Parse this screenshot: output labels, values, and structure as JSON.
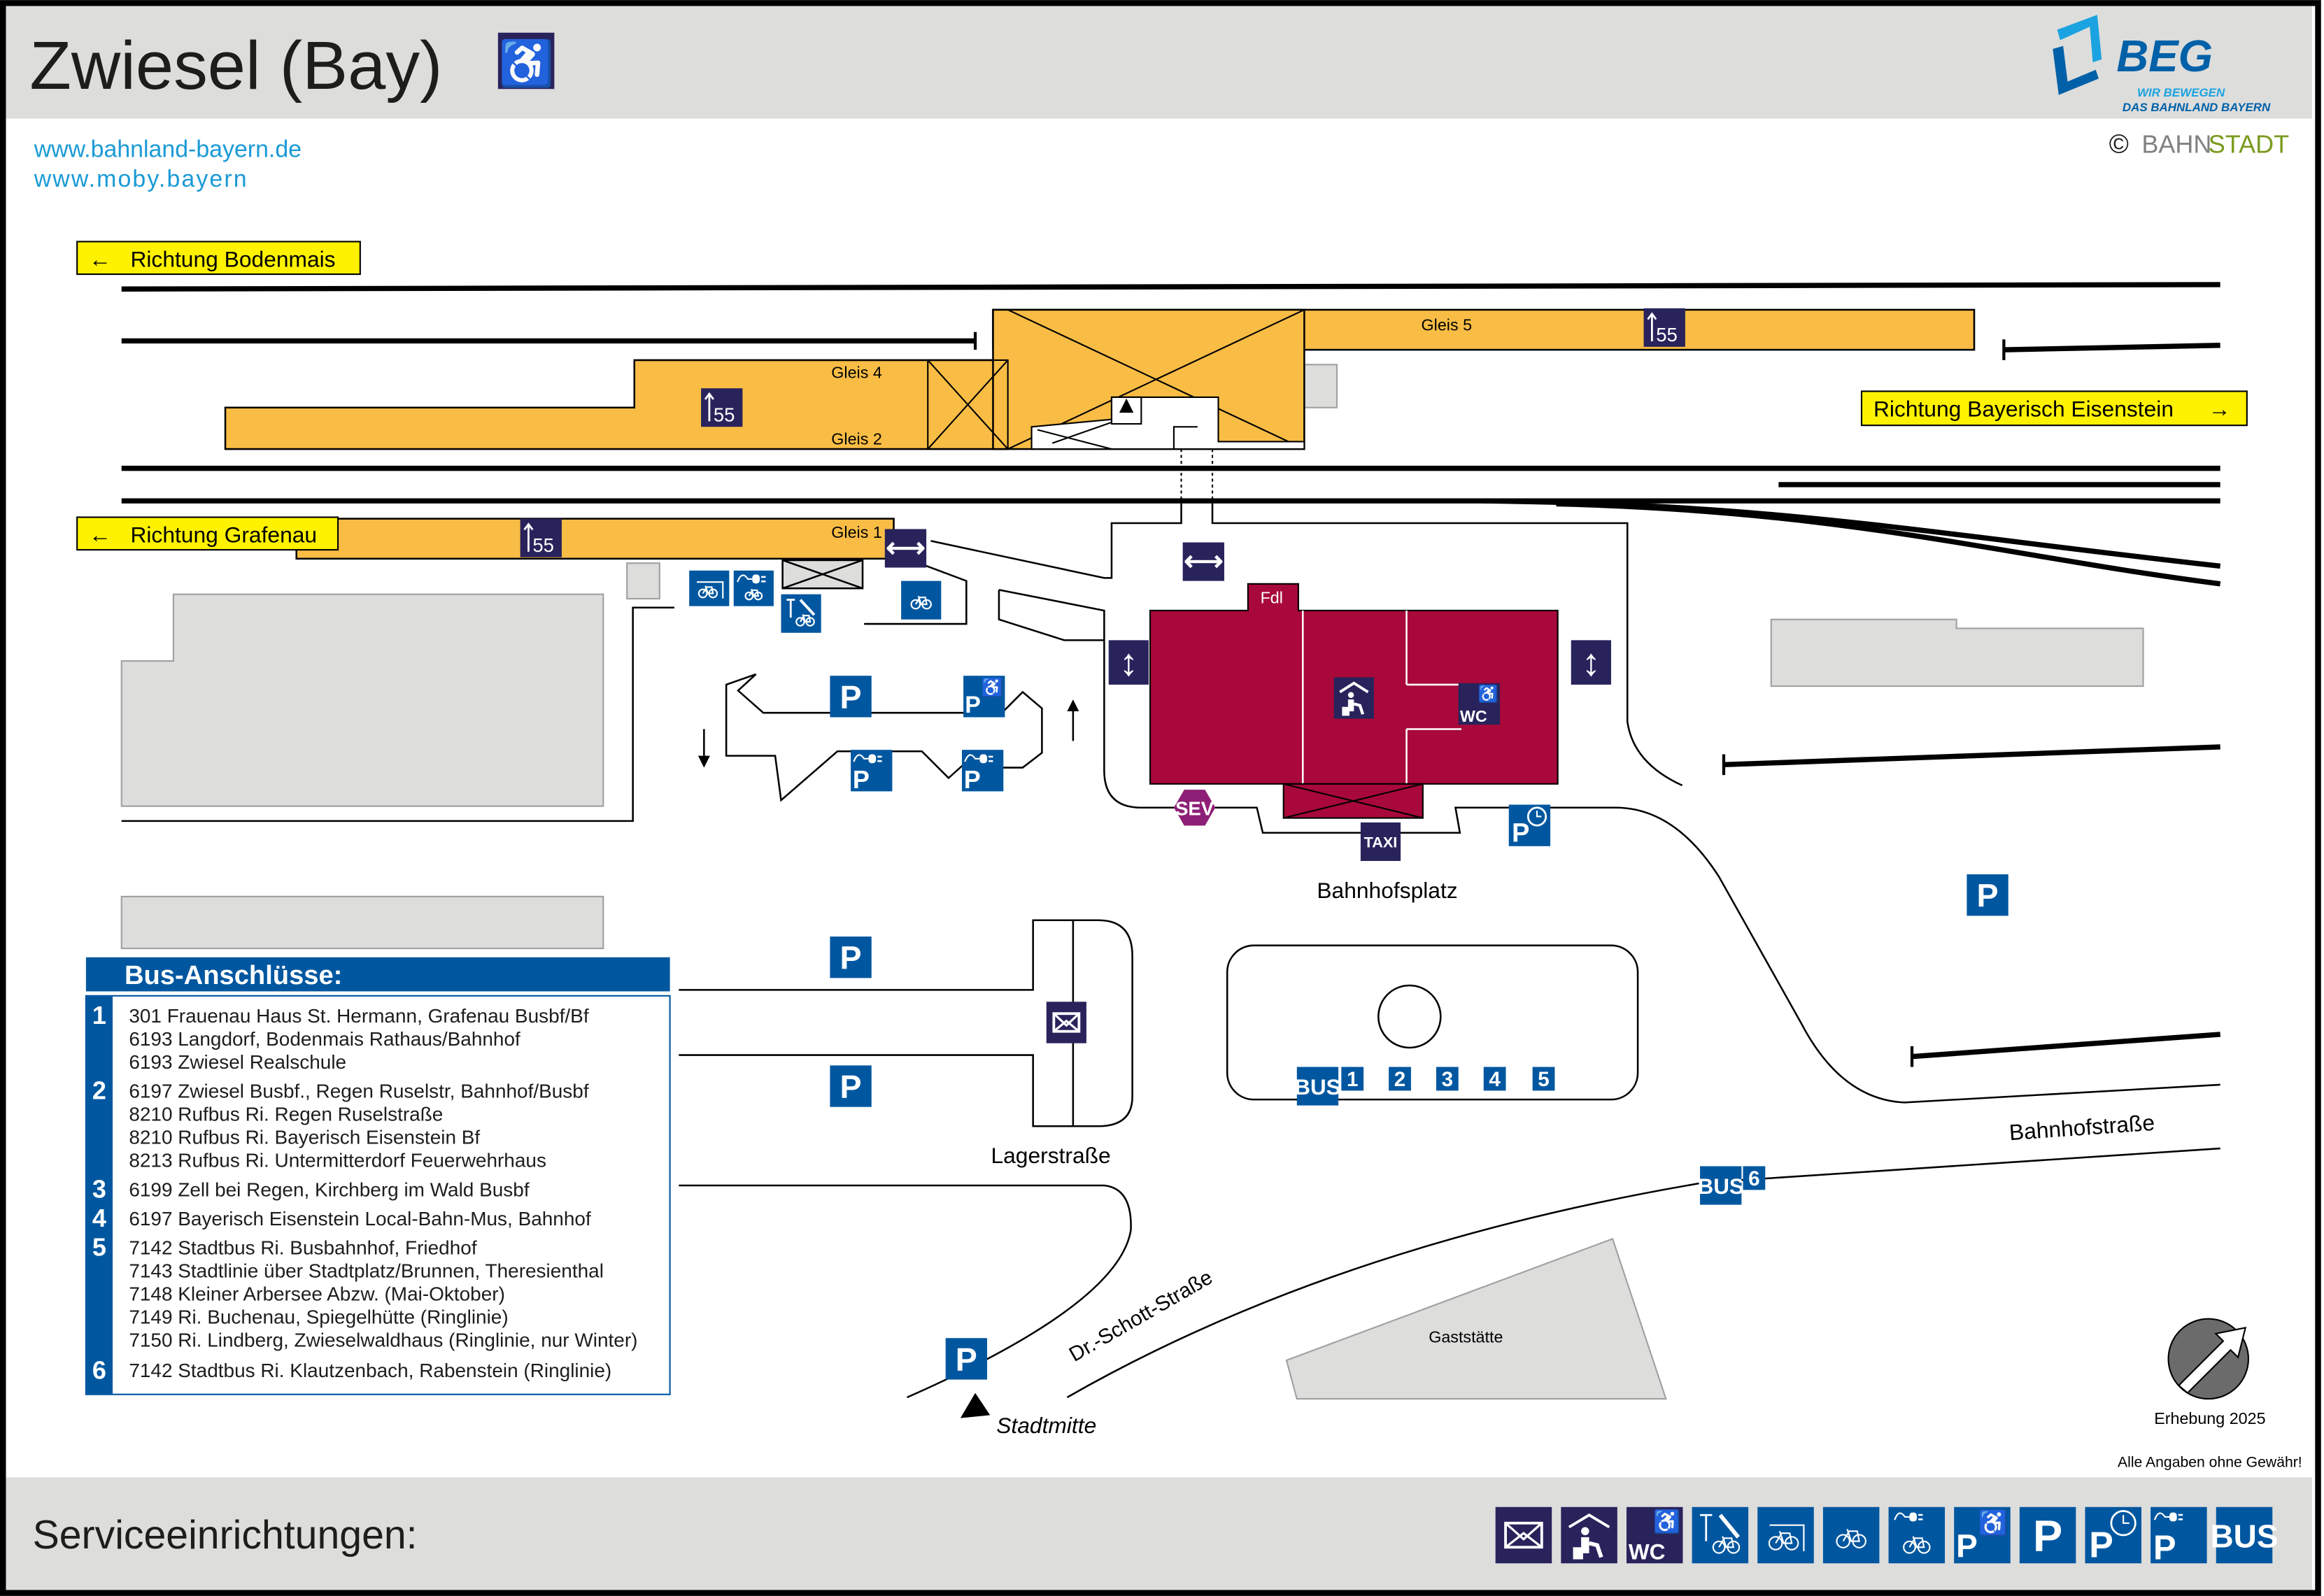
{
  "header": {
    "title": "Zwiesel (Bay)",
    "links": [
      "www.bahnland-bayern.de",
      "www.moby.bayern"
    ],
    "logo": {
      "name": "BEG",
      "tagline_1": "WIR BEWEGEN",
      "tagline_2": "DAS BAHNLAND BAYERN"
    },
    "copyright": {
      "symbol": "©",
      "part_1": "BAHN",
      "part_2": "STADT"
    }
  },
  "directions": {
    "bodenmais": "Richtung Bodenmais",
    "grafenau": "Richtung Grafenau",
    "eisenstein": "Richtung Bayerisch Eisenstein"
  },
  "platforms": {
    "gleis_5": "Gleis 5",
    "gleis_4": "Gleis 4",
    "gleis_2": "Gleis 2",
    "gleis_1": "Gleis 1",
    "height": "55"
  },
  "labels": {
    "fdl": "Fdl",
    "bahnhofsplatz": "Bahnhofsplatz",
    "lagerstrasse": "Lagerstraße",
    "bahnhofstrasse": "Bahnhofstraße",
    "dr_schott_strasse": "Dr.-Schott-Straße",
    "stadtmitte": "Stadtmitte",
    "gaststaette": "Gaststätte",
    "survey": "Erhebung 2025",
    "disclaimer": "Alle Angaben ohne Gewähr!"
  },
  "icon_text": {
    "P": "P",
    "BUS": "BUS",
    "WC": "WC",
    "TAXI": "TAXI",
    "SEV": "SEV"
  },
  "bus_stops": [
    "1",
    "2",
    "3",
    "4",
    "5",
    "6"
  ],
  "bus_table": {
    "title": "Bus-Anschlüsse:",
    "groups": [
      {
        "num": "1",
        "lines": [
          "301 Frauenau Haus St. Hermann, Grafenau Busbf/Bf",
          "6193 Langdorf, Bodenmais Rathaus/Bahnhof",
          "6193 Zwiesel Realschule"
        ]
      },
      {
        "num": "2",
        "lines": [
          "6197 Zwiesel Busbf., Regen Ruselstr, Bahnhof/Busbf",
          "8210 Rufbus Ri. Regen Ruselstraße",
          "8210 Rufbus Ri. Bayerisch Eisenstein Bf",
          "8213 Rufbus Ri. Untermitterdorf Feuerwehrhaus"
        ]
      },
      {
        "num": "3",
        "lines": [
          "6199 Zell bei Regen, Kirchberg im Wald Busbf"
        ]
      },
      {
        "num": "4",
        "lines": [
          "6197 Bayerisch Eisenstein Local-Bahn-Mus, Bahnhof"
        ]
      },
      {
        "num": "5",
        "lines": [
          "7142 Stadtbus Ri. Busbahnhof, Friedhof",
          "7143 Stadtlinie über Stadtplatz/Brunnen, Theresienthal",
          "7148 Kleiner Arbersee Abzw. (Mai-Oktober)",
          "7149 Ri. Buchenau, Spiegelhütte (Ringlinie)",
          "7150 Ri. Lindberg, Zwieselwaldhaus (Ringlinie, nur Winter)"
        ]
      },
      {
        "num": "6",
        "lines": [
          "7142 Stadtbus Ri. Klautzenbach, Rabenstein (Ringlinie)"
        ]
      }
    ]
  },
  "footer": {
    "title": "Serviceeinrichtungen:",
    "icons": [
      "mailbox-icon",
      "waiting-room-icon",
      "accessible-wc-icon",
      "bike-repair-icon",
      "covered-bike-parking-icon",
      "bike-parking-icon",
      "ebike-charging-icon",
      "accessible-parking-icon",
      "parking-icon",
      "short-term-parking-icon",
      "ev-charging-parking-icon",
      "bus-stop-icon"
    ]
  },
  "colors": {
    "navy": "#29235c",
    "blue": "#0057a0",
    "platform": "#f9bd45",
    "building": "#a8083a",
    "gray": "#dddddc",
    "yellow": "#fff200",
    "link": "#1a9ad6",
    "sev": "#8e1f76",
    "green": "#7a9a1c"
  }
}
